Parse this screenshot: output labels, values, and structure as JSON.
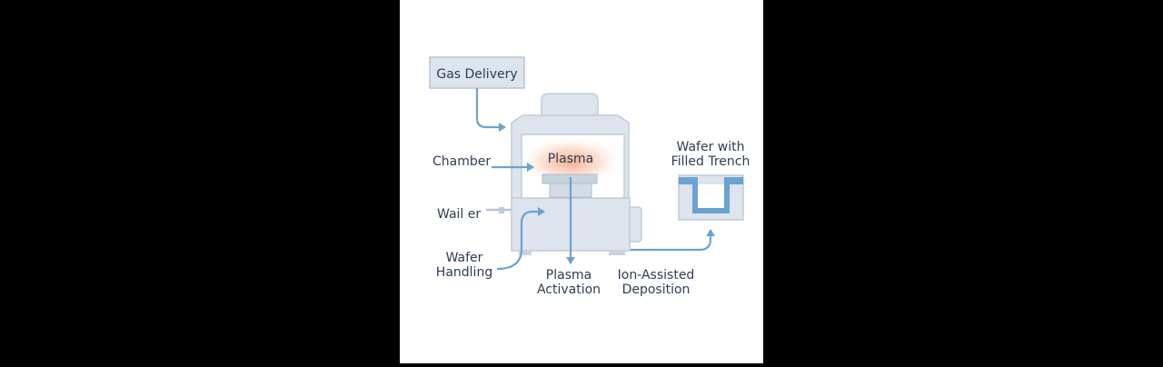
{
  "colors": {
    "page_bg": "#000000",
    "canvas_bg": "#ffffff",
    "machine_fill": "#dde4ed",
    "machine_stroke": "#c0ccd9",
    "arrow": "#6aa3cf",
    "label_text": "#2e3d52",
    "plasma_glow": "#f7b89a",
    "film": "#6aa3cf"
  },
  "labels": {
    "gas_delivery": "Gas Delivery",
    "chamber": "Chamber",
    "plasma": "Plasma",
    "wailer": "Wail er",
    "wafer_handling_line1": "Wafer",
    "wafer_handling_line2": "Handling",
    "plasma_activation_line1": "Plasma",
    "plasma_activation_line2": "Activation",
    "ion_assisted_line1": "Ion-Assisted",
    "ion_assisted_line2": "Deposition",
    "wafer_trench_line1": "Wafer with",
    "wafer_trench_line2": "Filled Trench"
  }
}
